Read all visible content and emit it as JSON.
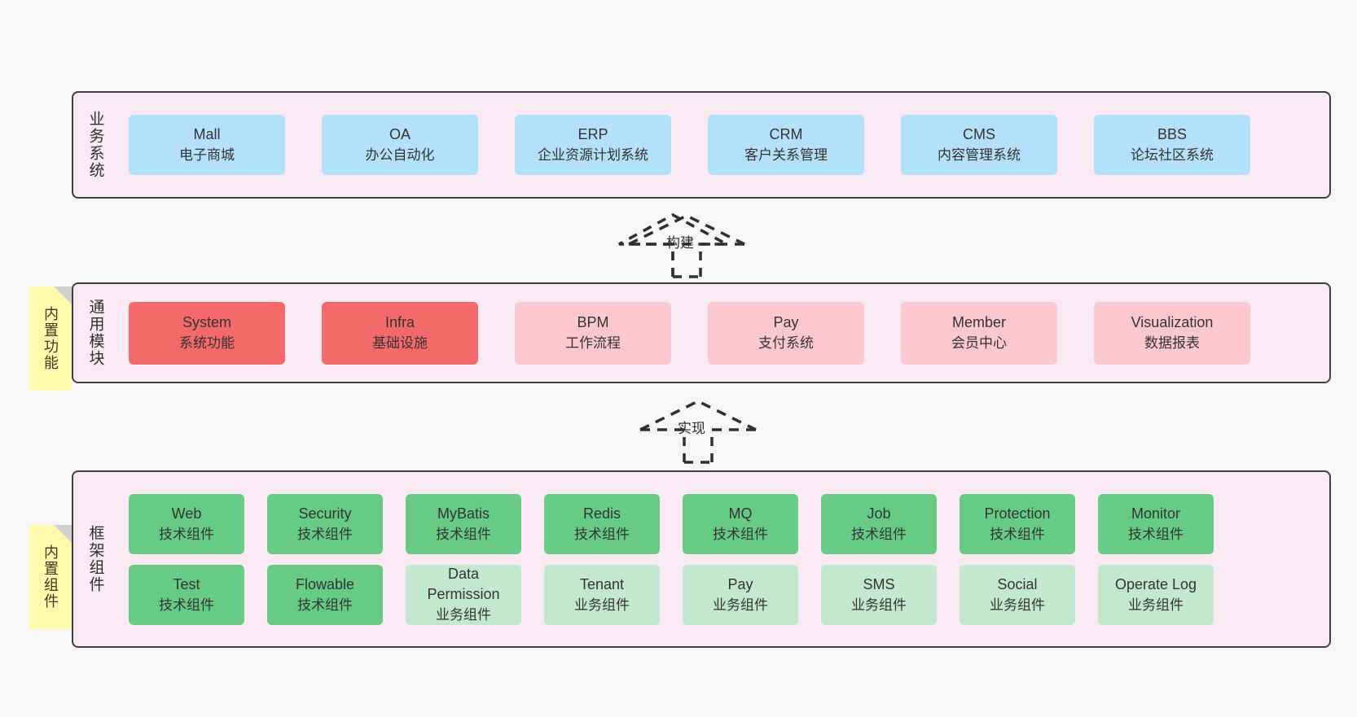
{
  "diagram": {
    "background_color": "#f7f7f7",
    "layer_fill": "#f9eaf3",
    "layer_border": "#3f3f46"
  },
  "layers": [
    {
      "id": "business",
      "title": "业务系统",
      "modules": [
        {
          "name": "Mall",
          "desc": "电子商城",
          "color": "#b3e0fb"
        },
        {
          "name": "OA",
          "desc": "办公自动化",
          "color": "#b3e0fb"
        },
        {
          "name": "ERP",
          "desc": "企业资源计划系统",
          "color": "#b3e0fb"
        },
        {
          "name": "CRM",
          "desc": "客户关系管理",
          "color": "#b3e0fb"
        },
        {
          "name": "CMS",
          "desc": "内容管理系统",
          "color": "#b3e0fb"
        },
        {
          "name": "BBS",
          "desc": "论坛社区系统",
          "color": "#b3e0fb"
        }
      ]
    },
    {
      "id": "common",
      "title": "通用模块",
      "note": "内置功能",
      "modules": [
        {
          "name": "System",
          "desc": "系统功能",
          "color": "#f46a6a"
        },
        {
          "name": "Infra",
          "desc": "基础设施",
          "color": "#f46a6a"
        },
        {
          "name": "BPM",
          "desc": "工作流程",
          "color": "#fbc8d0"
        },
        {
          "name": "Pay",
          "desc": "支付系统",
          "color": "#fbc8d0"
        },
        {
          "name": "Member",
          "desc": "会员中心",
          "color": "#fbc8d0"
        },
        {
          "name": "Visualization",
          "desc": "数据报表",
          "color": "#fbc8d0"
        }
      ]
    },
    {
      "id": "framework",
      "title": "框架组件",
      "note": "内置组件",
      "rows": [
        [
          {
            "name": "Web",
            "desc": "技术组件",
            "color": "#67cb84"
          },
          {
            "name": "Security",
            "desc": "技术组件",
            "color": "#67cb84"
          },
          {
            "name": "MyBatis",
            "desc": "技术组件",
            "color": "#67cb84"
          },
          {
            "name": "Redis",
            "desc": "技术组件",
            "color": "#67cb84"
          },
          {
            "name": "MQ",
            "desc": "技术组件",
            "color": "#67cb84"
          },
          {
            "name": "Job",
            "desc": "技术组件",
            "color": "#67cb84"
          },
          {
            "name": "Protection",
            "desc": "技术组件",
            "color": "#67cb84"
          },
          {
            "name": "Monitor",
            "desc": "技术组件",
            "color": "#67cb84"
          }
        ],
        [
          {
            "name": "Test",
            "desc": "技术组件",
            "color": "#67cb84"
          },
          {
            "name": "Flowable",
            "desc": "技术组件",
            "color": "#67cb84"
          },
          {
            "name": "Data Permission",
            "desc": "业务组件",
            "color": "#c2e9cd"
          },
          {
            "name": "Tenant",
            "desc": "业务组件",
            "color": "#c2e9cd"
          },
          {
            "name": "Pay",
            "desc": "业务组件",
            "color": "#c2e9cd"
          },
          {
            "name": "SMS",
            "desc": "业务组件",
            "color": "#c2e9cd"
          },
          {
            "name": "Social",
            "desc": "业务组件",
            "color": "#c2e9cd"
          },
          {
            "name": "Operate Log",
            "desc": "业务组件",
            "color": "#c2e9cd"
          }
        ]
      ]
    }
  ],
  "arrows": [
    {
      "id": "build",
      "label": "构建"
    },
    {
      "id": "implement",
      "label": "实现"
    }
  ]
}
